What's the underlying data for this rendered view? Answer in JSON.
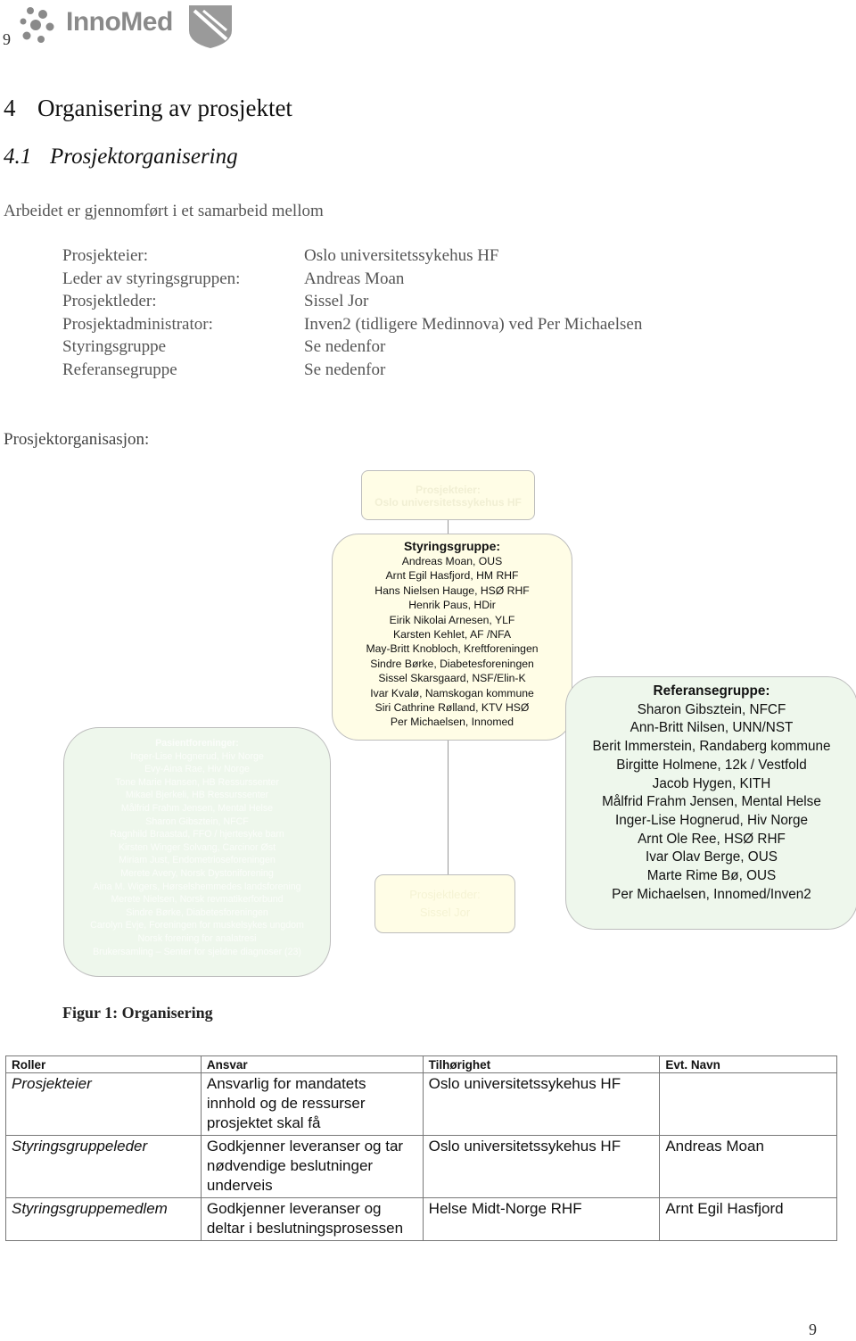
{
  "page_number_top": "9",
  "page_number_bottom": "9",
  "logo": {
    "text": "InnoMed"
  },
  "heading1": {
    "number": "4",
    "text": "Organisering av prosjektet"
  },
  "heading2": {
    "number": "4.1",
    "text": "Prosjektorganisering"
  },
  "intro": "Arbeidet er gjennomført i et samarbeid mellom",
  "info": [
    {
      "key": "Prosjekteier:",
      "value": "Oslo universitetssykehus HF"
    },
    {
      "key": "Leder av styringsgruppen:",
      "value": "Andreas Moan"
    },
    {
      "key": "Prosjektleder:",
      "value": "Sissel Jor"
    },
    {
      "key": "Prosjektadministrator:",
      "value": "Inven2 (tidligere Medinnova) ved Per Michaelsen"
    },
    {
      "key": "Styringsgruppe",
      "value": "Se nedenfor"
    },
    {
      "key": "Referansegruppe",
      "value": "Se nedenfor"
    }
  ],
  "org_heading": "Prosjektorganisasjon:",
  "org_chart": {
    "owner": {
      "title": "Prosjekteier:",
      "body": "Oslo universitetssykehus HF"
    },
    "steering": {
      "title": "Styringsgruppe:",
      "members": [
        "Andreas Moan, OUS",
        "Arnt Egil Hasfjord, HM RHF",
        "Hans Nielsen Hauge, HSØ RHF",
        "Henrik Paus, HDir",
        "Eirik Nikolai Arnesen, YLF",
        "Karsten Kehlet, AF /NFA",
        "May-Britt Knobloch, Kreftforeningen",
        "Sindre Børke, Diabetesforeningen",
        "Sissel Skarsgaard, NSF/Elin-K",
        "Ivar Kvalø, Namskogan kommune",
        "Siri Cathrine Rølland, KTV HSØ",
        "Per Michaelsen, Innomed"
      ]
    },
    "patients": {
      "title": "Pasientforeninger:",
      "members": [
        "Inger-Lise Hognerud, Hiv Norge",
        "Evy-Aina Rae, Hiv Norge",
        "Tone Marie Hansen, HB Ressurssenter",
        "Mikael Bjerkeli, HB Ressurssenter",
        "Målfrid Frahm Jensen, Mental Helse",
        "Sharon Gibsztein, NFCF",
        "Ragnhild Braastad, FFO / hjertesyke barn",
        "Kirsten Winger Solvang, Carcinor Øst",
        "Miriam Just, Endometrioseforeningen",
        "Merete Avery, Norsk Dystoniforening",
        "Aina M. Wigers, Hørselshemmedes landsforening",
        "Merete Nielsen, Norsk revmatikerforbund",
        "Sindre Børke, Diabetesforeningen",
        "Carolyn Evje, Foreningen for muskelsykes ungdom",
        "Norsk forening for analatresi",
        "Brukersamling – Senter for sjeldne diagnoser (23)"
      ]
    },
    "lead": {
      "title": "Prosjektleder:",
      "body": "Sissel Jor"
    },
    "reference": {
      "title": "Referansegruppe:",
      "members": [
        "Sharon Gibsztein, NFCF",
        "Ann-Britt Nilsen, UNN/NST",
        "Berit Immerstein, Randaberg kommune",
        "Birgitte Holmene, 12k / Vestfold",
        "Jacob Hygen, KITH",
        "Målfrid Frahm Jensen, Mental Helse",
        "Inger-Lise Hognerud, Hiv Norge",
        "Arnt Ole Ree, HSØ RHF",
        "Ivar Olav Berge, OUS",
        "Marte Rime Bø, OUS",
        "Per Michaelsen, Innomed/Inven2"
      ]
    }
  },
  "caption": "Figur 1: Organisering",
  "roles_table": {
    "headers": [
      "Roller",
      "Ansvar",
      "Tilhørighet",
      "Evt. Navn"
    ],
    "rows": [
      [
        "Prosjekteier",
        "Ansvarlig for mandatets innhold og de ressurser prosjektet skal få",
        "Oslo universitetssykehus HF",
        ""
      ],
      [
        "Styringsgruppeleder",
        "Godkjenner leveranser og tar nødvendige beslutninger underveis",
        "Oslo universitetssykehus HF",
        "Andreas Moan"
      ],
      [
        "Styringsgruppemedlem",
        "Godkjenner leveranser og deltar i beslutningsprosessen",
        "Helse Midt-Norge RHF",
        "Arnt Egil Hasfjord"
      ]
    ]
  }
}
